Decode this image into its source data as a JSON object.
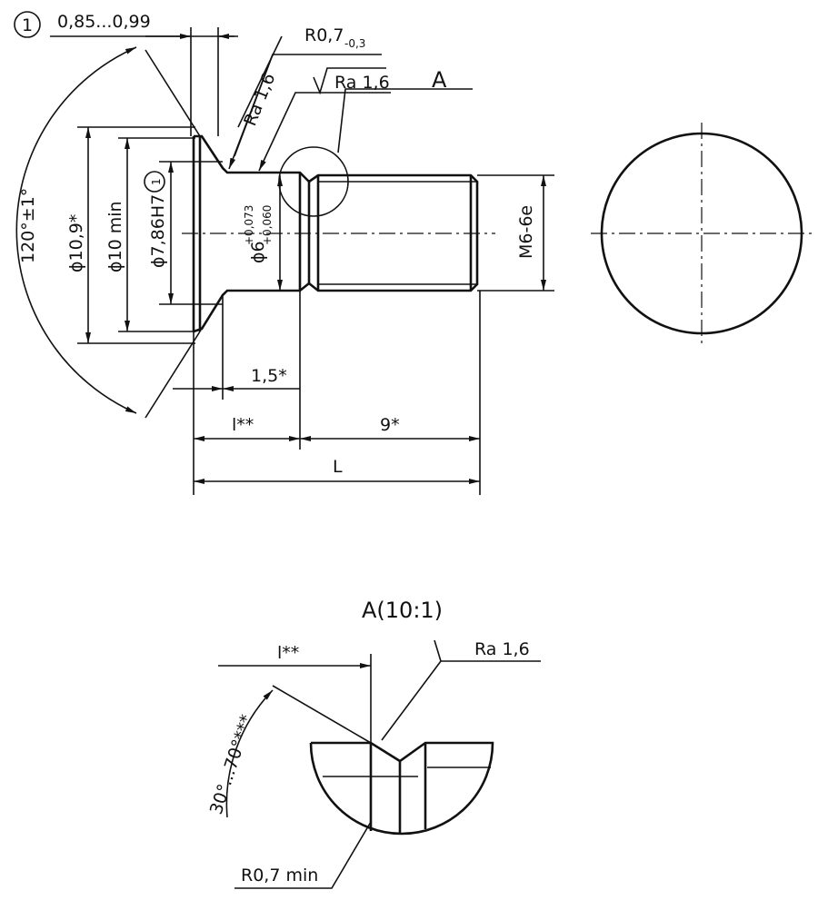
{
  "title_note": {
    "circle_number": "1",
    "range": "0,85...0,99"
  },
  "radius_label": {
    "main": "R0,7",
    "tolerance": "-0,3"
  },
  "roughness": [
    "Ra 1,6",
    "Ra 1,6",
    "Ra 1,6"
  ],
  "detail_ref": "A",
  "angle_head": "120°±1°",
  "diameters": {
    "d1": "ϕ10,9*",
    "d2": "ϕ10 min",
    "d3": "ϕ7,86H7",
    "d3_note": "1",
    "shaft": "ϕ6",
    "shaft_upper": "+0,073",
    "shaft_lower": "+0,060",
    "thread": "M6-6e"
  },
  "lengths": {
    "neck": "1,5*",
    "l": "l**",
    "thread_len": "9*",
    "total": "L"
  },
  "detail": {
    "title": "A(10:1)",
    "l": "l**",
    "angle": "30°...70°***",
    "radius": "R0,7 min",
    "roughness": "Ra 1,6"
  }
}
